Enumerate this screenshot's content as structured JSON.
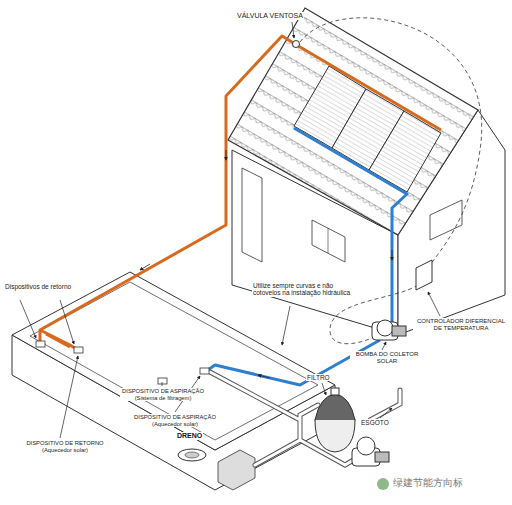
{
  "diagram": {
    "labels": [
      "VÁLVULA VENTOSA",
      "Dispositivos de retorno",
      "Utilize sempre curvas e não cotovelos na instalação hidráulica",
      "CONTROLADOR DIFERENCIAL DE TEMPERATURA",
      "BOMBA DO COLETOR SOLAR",
      "FILTRO",
      "ESGOTO",
      "DISPOSITIVO DE ASPIRAÇÃO (Sistema de filtragem)",
      "DISPOSITIVO DE ASPIRAÇÃO (Aquecedor solar)",
      "DISPOSITIVO DE RETORNO (Aquecedor solar)",
      "DRENO",
      "绿建节能方向标"
    ]
  }
}
